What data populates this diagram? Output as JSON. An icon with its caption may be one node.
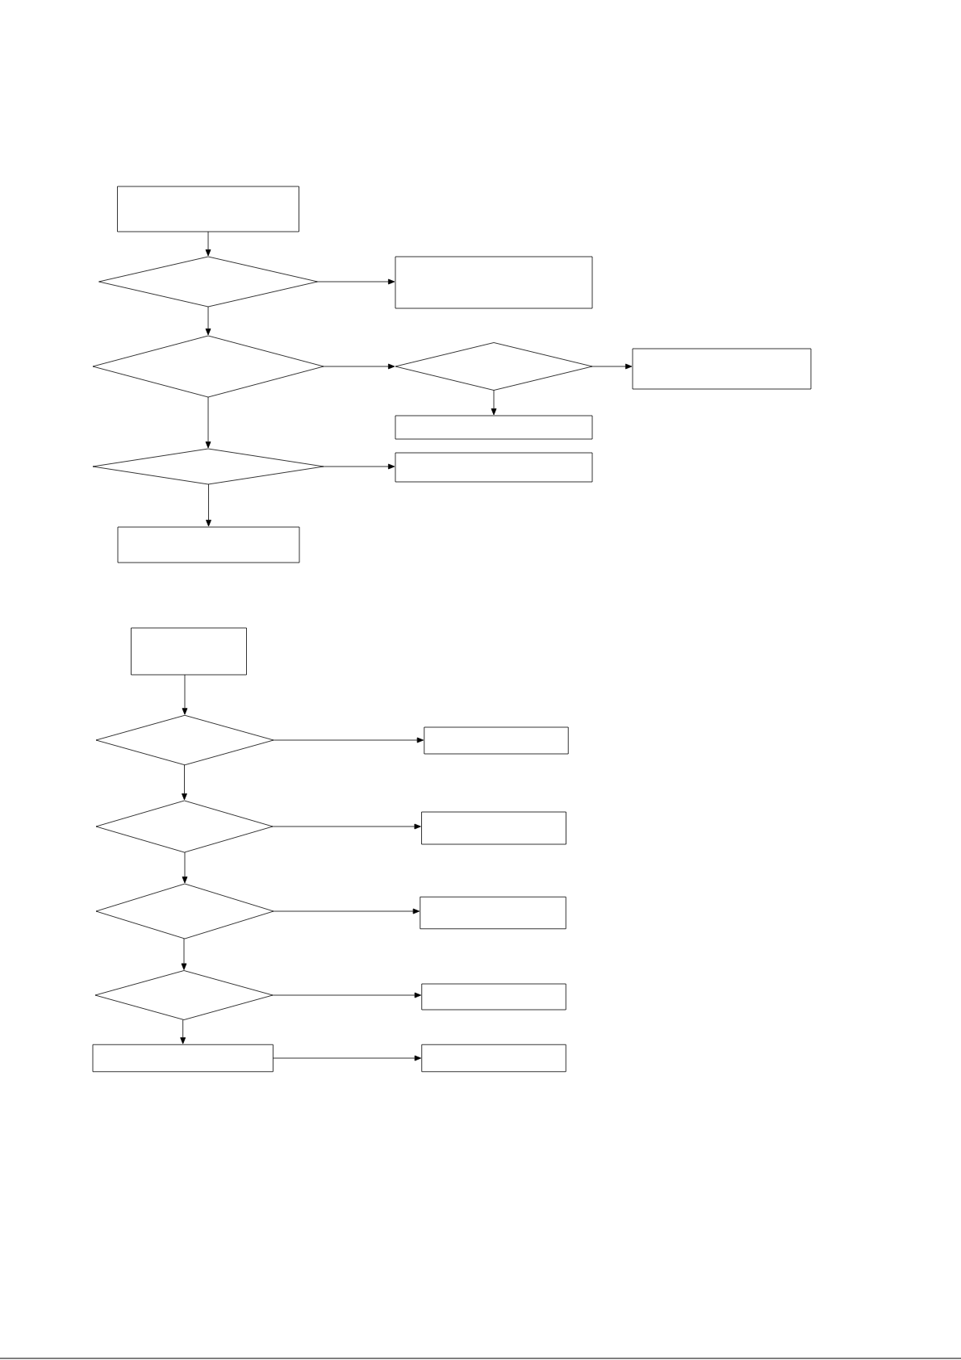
{
  "diagram": {
    "nodes": [
      {
        "text": [],
        "shape": "box"
      },
      {
        "text": [],
        "shape": "diamond"
      },
      {
        "text": [],
        "shape": "box"
      },
      {
        "text": [],
        "shape": "diamond"
      },
      {
        "text": [],
        "shape": "diamond"
      },
      {
        "text": [],
        "shape": "box"
      },
      {
        "text": [],
        "shape": "box"
      },
      {
        "text": [],
        "shape": "diamond"
      },
      {
        "text": [],
        "shape": "box"
      },
      {
        "text": [],
        "shape": "box"
      },
      {
        "text": [],
        "shape": "box"
      },
      {
        "text": [],
        "shape": "diamond"
      },
      {
        "text": [],
        "shape": "box"
      },
      {
        "text": [],
        "shape": "diamond"
      },
      {
        "text": [],
        "shape": "box"
      },
      {
        "text": [],
        "shape": "diamond"
      },
      {
        "text": [],
        "shape": "box"
      },
      {
        "text": [],
        "shape": "diamond"
      },
      {
        "text": [],
        "shape": "box"
      },
      {
        "text": [],
        "shape": "box"
      },
      {
        "text": [],
        "shape": "box"
      }
    ],
    "edges": [
      {
        "from": 0,
        "to": 1,
        "arrow": "to"
      },
      {
        "from": 1,
        "to": 2,
        "arrow": "to"
      },
      {
        "from": 1,
        "to": 3,
        "arrow": "to"
      },
      {
        "from": 3,
        "to": 4,
        "arrow": "to"
      },
      {
        "from": 4,
        "to": 5,
        "arrow": "to"
      },
      {
        "from": 4,
        "to": 6,
        "arrow": "to"
      },
      {
        "from": 3,
        "to": 7,
        "arrow": "to"
      },
      {
        "from": 7,
        "to": 8,
        "arrow": "to"
      },
      {
        "from": 7,
        "to": 9,
        "arrow": "to"
      },
      {
        "from": 10,
        "to": 11,
        "arrow": "to"
      },
      {
        "from": 11,
        "to": 12,
        "arrow": "to"
      },
      {
        "from": 11,
        "to": 13,
        "arrow": "to"
      },
      {
        "from": 13,
        "to": 14,
        "arrow": "to"
      },
      {
        "from": 13,
        "to": 15,
        "arrow": "to"
      },
      {
        "from": 15,
        "to": 16,
        "arrow": "to"
      },
      {
        "from": 15,
        "to": 17,
        "arrow": "to"
      },
      {
        "from": 17,
        "to": 18,
        "arrow": "to"
      },
      {
        "from": 17,
        "to": 19,
        "arrow": "to"
      },
      {
        "from": 19,
        "to": 20,
        "arrow": "to"
      }
    ]
  }
}
